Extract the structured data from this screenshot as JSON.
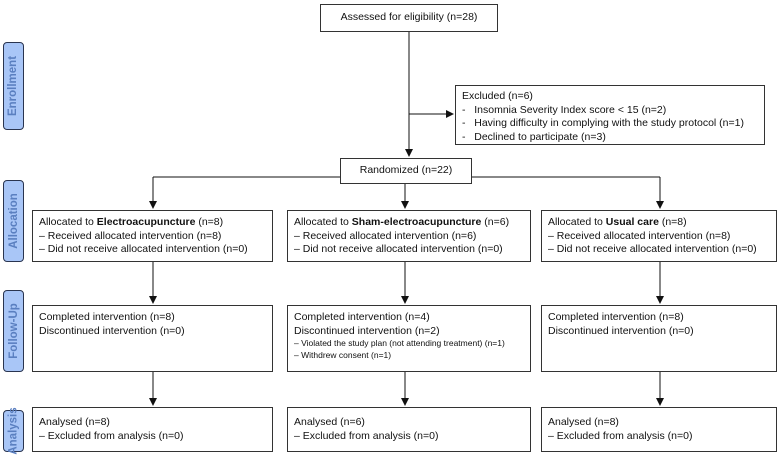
{
  "stages": [
    "Enrollment",
    "Allocation",
    "Follow-Up",
    "Analysis"
  ],
  "assessed": "Assessed for eligibility (n=28)",
  "excluded": {
    "title": "Excluded (n=6)",
    "items": [
      "Insomnia Severity Index score < 15 (n=2)",
      "Having difficulty in complying with the study protocol (n=1)",
      "Declined to participate (n=3)"
    ]
  },
  "randomized": "Randomized (n=22)",
  "arms": [
    {
      "alloc_prefix": "Allocated to ",
      "alloc_group": "Electroacupuncture",
      "alloc_n": " (n=8)",
      "alloc_items": [
        "– Received allocated intervention (n=8)",
        "– Did not receive allocated intervention (n=0)"
      ],
      "follow": [
        "Completed intervention (n=8)",
        "Discontinued intervention (n=0)"
      ],
      "follow_sub": [],
      "analysis": [
        "Analysed  (n=8)",
        "–  Excluded from analysis (n=0)"
      ]
    },
    {
      "alloc_prefix": "Allocated to ",
      "alloc_group": "Sham-electroacupuncture",
      "alloc_n": " (n=6)",
      "alloc_items": [
        "– Received allocated intervention (n=6)",
        "– Did not receive allocated intervention (n=0)"
      ],
      "follow": [
        "Completed intervention (n=4)",
        "Discontinued intervention (n=2)"
      ],
      "follow_sub": [
        "– Violated the study plan (not attending treatment) (n=1)",
        "– Withdrew consent (n=1)"
      ],
      "analysis": [
        "Analysed  (n=6)",
        "–  Excluded from analysis (n=0)"
      ]
    },
    {
      "alloc_prefix": "Allocated to ",
      "alloc_group": "Usual care",
      "alloc_n": " (n=8)",
      "alloc_items": [
        "– Received allocated intervention (n=8)",
        "– Did not receive allocated intervention (n=0)"
      ],
      "follow": [
        "Completed intervention (n=8)",
        "Discontinued intervention (n=0)"
      ],
      "follow_sub": [],
      "analysis": [
        "Analysed  (n=8)",
        "–  Excluded from analysis (n=0)"
      ]
    }
  ]
}
